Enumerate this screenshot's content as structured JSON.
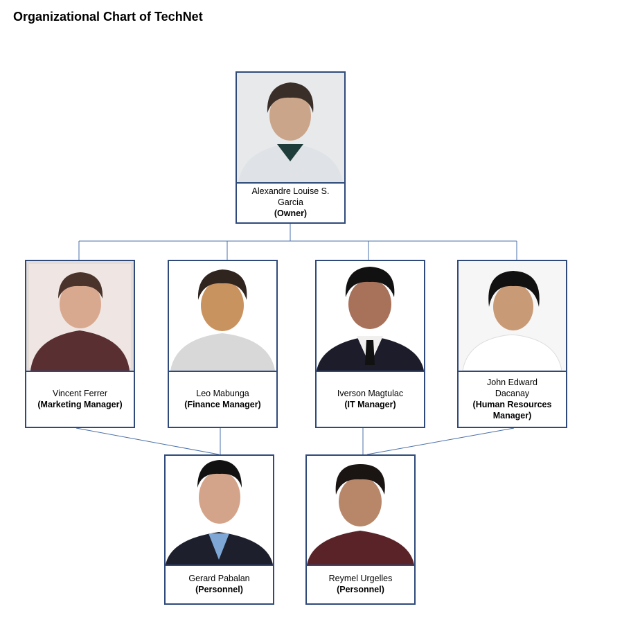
{
  "title": "Organizational Chart of TechNet",
  "colors": {
    "border": "#2f4a7a",
    "connector": "#4a6fa8"
  },
  "owner": {
    "name": "Alexandre Louise S. Garcia",
    "role": "(Owner)",
    "photo": "portrait-photo"
  },
  "managers": [
    {
      "name": "Vincent Ferrer",
      "role": "(Marketing Manager)",
      "photo": "portrait-photo"
    },
    {
      "name": "Leo Mabunga",
      "role": "(Finance Manager)",
      "photo": "portrait-photo"
    },
    {
      "name": "Iverson Magtulac",
      "role": "(IT Manager)",
      "photo": "portrait-photo"
    },
    {
      "name": "John Edward Dacanay",
      "role": "(Human Resources Manager)",
      "photo": "portrait-photo"
    }
  ],
  "personnel": [
    {
      "name": "Gerard Pabalan",
      "role": "(Personnel)",
      "photo": "portrait-photo"
    },
    {
      "name": "Reymel Urgelles",
      "role": "(Personnel)",
      "photo": "portrait-photo"
    }
  ]
}
